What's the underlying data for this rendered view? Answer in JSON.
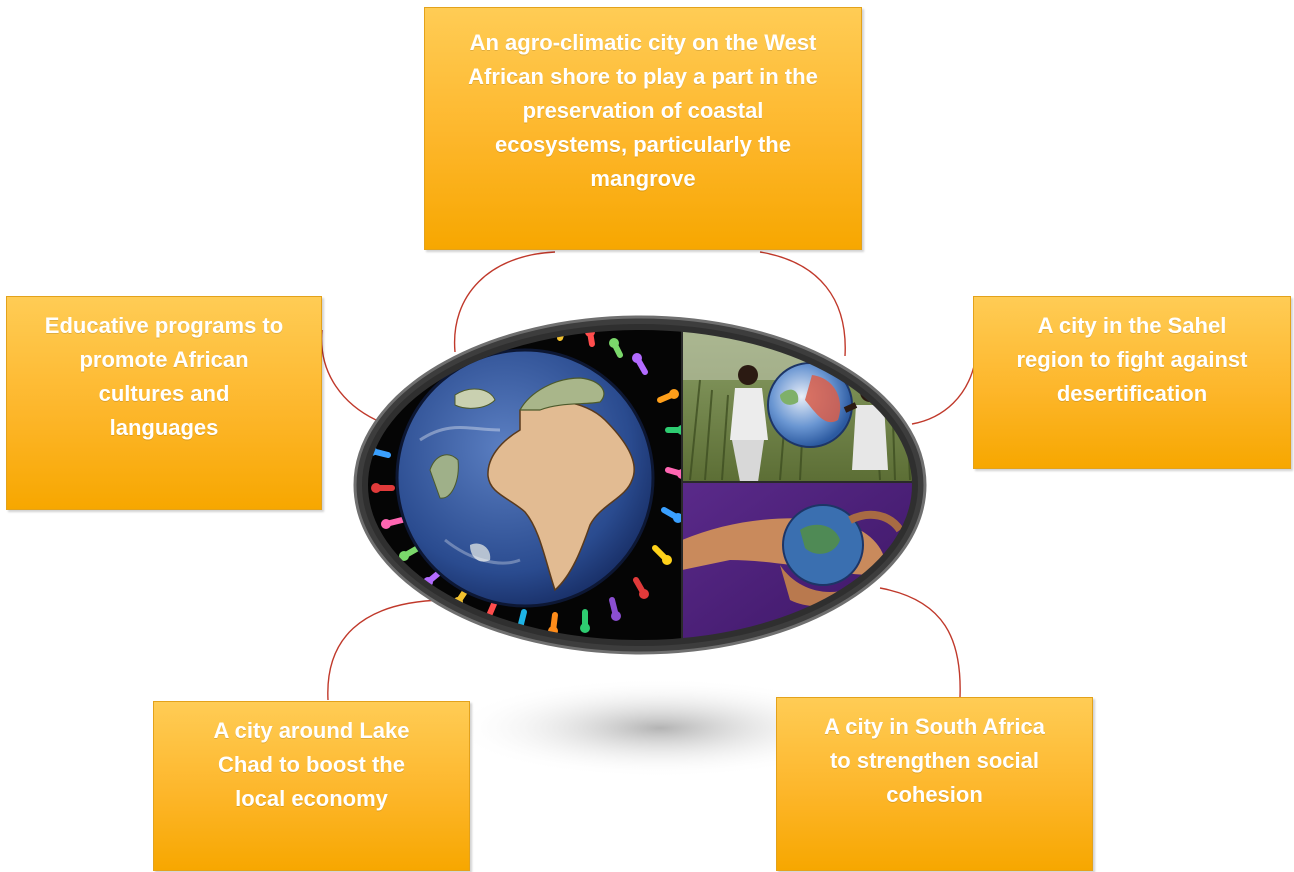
{
  "boxes": {
    "top": "An agro-climatic city on the West African shore to play a part in the preservation of coastal ecosystems,  particularly the mangrove",
    "left": "Educative programs to promote African cultures and languages",
    "right": "A city in the Sahel region to fight against desertification",
    "bottom_left": "A city around Lake Chad to boost the local economy",
    "bottom_right": "A city in South Africa to strengthen social cohesion"
  },
  "colors": {
    "box_fill": "#fdb62a",
    "box_text": "#ffffff",
    "connector": "#c0392b",
    "ellipse_frame": "#3d3d3d"
  }
}
